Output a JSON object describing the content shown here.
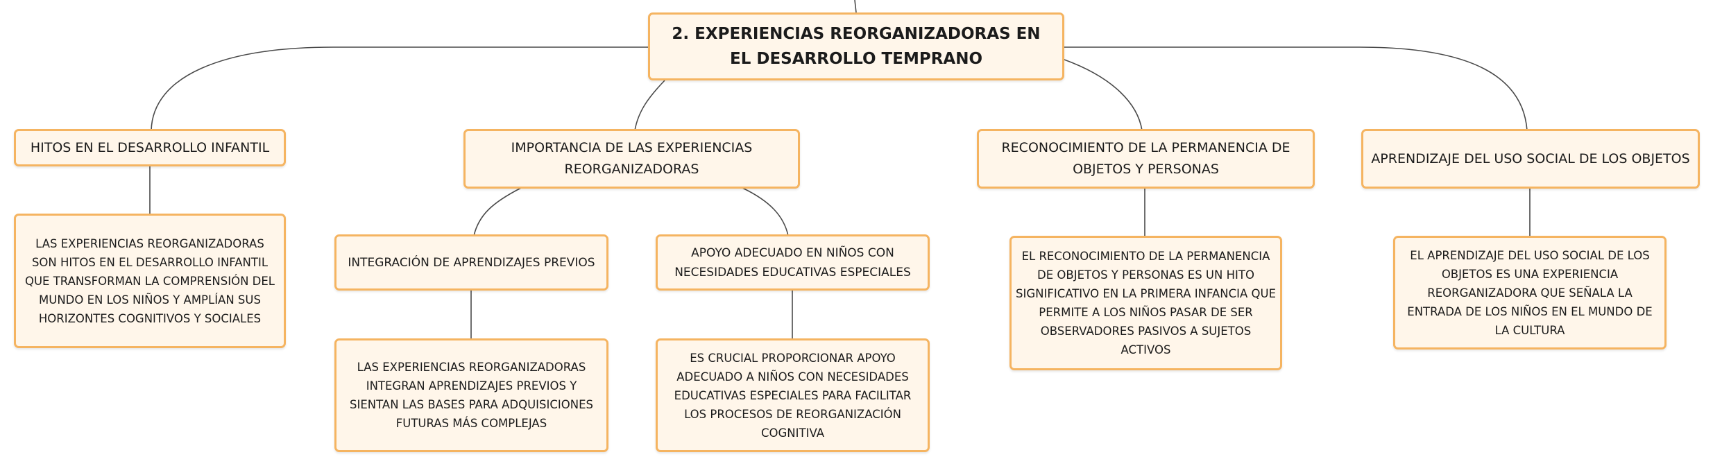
{
  "root": {
    "label": "2. EXPERIENCIAS REORGANIZADORAS EN EL DESARROLLO TEMPRANO"
  },
  "topics": [
    {
      "label": "HITOS EN EL DESARROLLO INFANTIL",
      "detail": "LAS EXPERIENCIAS REORGANIZADORAS SON HITOS EN EL DESARROLLO INFANTIL QUE TRANSFORMAN LA COMPRENSIÓN DEL MUNDO EN LOS NIÑOS Y AMPLÍAN SUS HORIZONTES COGNITIVOS Y SOCIALES"
    },
    {
      "label": "IMPORTANCIA DE LAS EXPERIENCIAS REORGANIZADORAS",
      "subtopics": [
        {
          "label": "INTEGRACIÓN DE APRENDIZAJES PREVIOS",
          "detail": "LAS EXPERIENCIAS REORGANIZADORAS INTEGRAN APRENDIZAJES PREVIOS Y SIENTAN LAS BASES PARA ADQUISICIONES FUTURAS MÁS COMPLEJAS"
        },
        {
          "label": "APOYO ADECUADO EN NIÑOS CON NECESIDADES EDUCATIVAS ESPECIALES",
          "detail": "ES CRUCIAL PROPORCIONAR APOYO ADECUADO A NIÑOS CON NECESIDADES EDUCATIVAS ESPECIALES PARA FACILITAR LOS PROCESOS DE REORGANIZACIÓN COGNITIVA"
        }
      ]
    },
    {
      "label": "RECONOCIMIENTO DE LA PERMANENCIA DE OBJETOS Y PERSONAS",
      "detail": "EL RECONOCIMIENTO DE LA PERMANENCIA DE OBJETOS Y PERSONAS ES UN HITO SIGNIFICATIVO EN LA PRIMERA INFANCIA QUE PERMITE A LOS NIÑOS PASAR DE SER OBSERVADORES PASIVOS A SUJETOS ACTIVOS"
    },
    {
      "label": "APRENDIZAJE DEL USO SOCIAL DE LOS OBJETOS",
      "detail": "EL APRENDIZAJE DEL USO SOCIAL DE LOS OBJETOS ES UNA EXPERIENCIA REORGANIZADORA QUE SEÑALA LA ENTRADA DE LOS NIÑOS EN EL MUNDO DE LA CULTURA"
    }
  ]
}
